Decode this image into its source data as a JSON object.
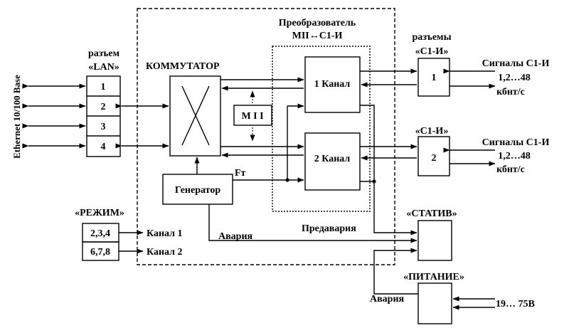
{
  "ethernet": {
    "label": "Ethernet 10/100 Base"
  },
  "lan": {
    "title_line1": "разъем",
    "title_line2": "«LAN»",
    "ports": [
      "1",
      "2",
      "3",
      "4"
    ]
  },
  "switch": {
    "label": "КОММУТАТОР"
  },
  "mii": {
    "label": "М I I"
  },
  "converter": {
    "title_line1": "Преобразователь",
    "title_line2": "MII↔C1-И"
  },
  "channels": {
    "ch1": "1 Канал",
    "ch2": "2 Канал"
  },
  "generator": {
    "label": "Генератор",
    "ft": "Fт"
  },
  "connectors": {
    "title_line1": "разъемы",
    "c1_label": "«C1-И»",
    "c1_number": "1",
    "c2_label": "«C1-И»",
    "c2_number": "2"
  },
  "signals": {
    "s1_line1": "Сигналы C1-И",
    "s1_line2": "1,2…48",
    "s1_line3": "кбнт/с",
    "s2_line1": "Сигналы C1-И",
    "s2_line2": "1,2…48",
    "s2_line3": "кбнт/с"
  },
  "mode": {
    "title": "«РЕЖИМ»",
    "values": [
      "2,3,4",
      "6,7,8"
    ],
    "channel_labels": [
      "Канал 1",
      "Канал 2"
    ]
  },
  "alarms": {
    "alarm": "Авария",
    "prealarm": "Предавария",
    "alarm2": "Авария"
  },
  "stativ": {
    "label": "«СТАТИВ»"
  },
  "power": {
    "label": "«ПИТАНИЕ»",
    "voltage": "19… 75В"
  }
}
